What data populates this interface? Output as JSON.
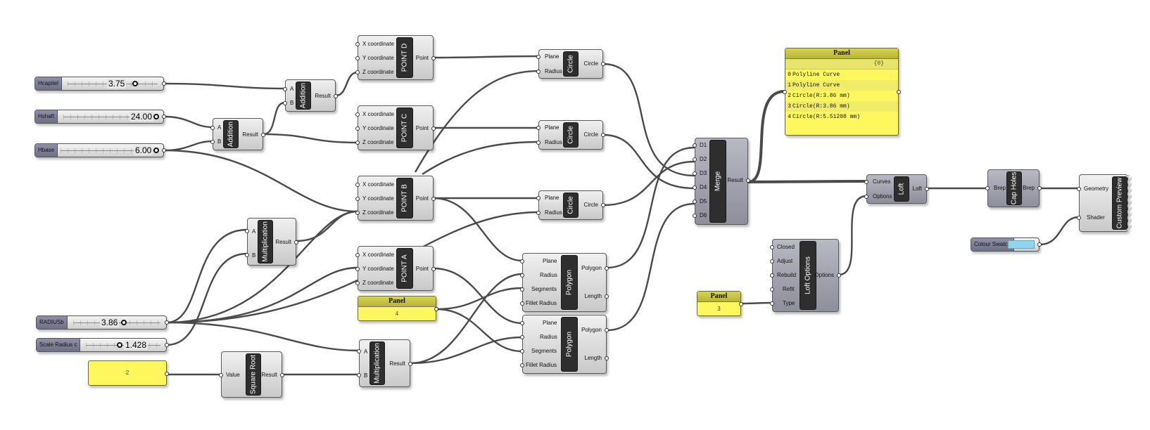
{
  "sliders": {
    "hcapitel": {
      "name": "Hcapitel",
      "value": "3.75"
    },
    "hshaft": {
      "name": "Hshaft",
      "value": "24.00"
    },
    "hbase": {
      "name": "Hbase",
      "value": "6.00"
    },
    "radiusb": {
      "name": "RADIUSb",
      "value": "3.86"
    },
    "scale": {
      "name": "Scale Radius c",
      "value": "1.428"
    }
  },
  "components": {
    "addition1": {
      "core": "Addition",
      "inputs": [
        "A",
        "B"
      ],
      "outputs": [
        "Result"
      ]
    },
    "addition2": {
      "core": "Addition",
      "inputs": [
        "A",
        "B"
      ],
      "outputs": [
        "Result"
      ]
    },
    "mult1": {
      "core": "Multiplication",
      "inputs": [
        "A",
        "B"
      ],
      "outputs": [
        "Result"
      ]
    },
    "mult2": {
      "core": "Multiplication",
      "inputs": [
        "A",
        "B"
      ],
      "outputs": [
        "Result"
      ]
    },
    "sqrt": {
      "core": "Square Root",
      "inputs": [
        "Value"
      ],
      "outputs": [
        "Result"
      ]
    },
    "pointD": {
      "core": "POINT D",
      "inputs": [
        "X coordinate",
        "Y coordinate",
        "Z coordinate"
      ],
      "outputs": [
        "Point"
      ]
    },
    "pointC": {
      "core": "POINT C",
      "inputs": [
        "X coordinate",
        "Y coordinate",
        "Z coordinate"
      ],
      "outputs": [
        "Point"
      ]
    },
    "pointB": {
      "core": "POINT B",
      "inputs": [
        "X coordinate",
        "Y coordinate",
        "Z coordinate"
      ],
      "outputs": [
        "Point"
      ]
    },
    "pointA": {
      "core": "POINT A",
      "inputs": [
        "X coordinate",
        "Y coordinate",
        "Z coordinate"
      ],
      "outputs": [
        "Point"
      ]
    },
    "circle1": {
      "core": "Circle",
      "inputs": [
        "Plane",
        "Radius"
      ],
      "outputs": [
        "Circle"
      ]
    },
    "circle2": {
      "core": "Circle",
      "inputs": [
        "Plane",
        "Radius"
      ],
      "outputs": [
        "Circle"
      ]
    },
    "circle3": {
      "core": "Circle",
      "inputs": [
        "Plane",
        "Radius"
      ],
      "outputs": [
        "Circle"
      ]
    },
    "polygon1": {
      "core": "Polygon",
      "inputs": [
        "Plane",
        "Radius",
        "Segments",
        "Fillet Radius"
      ],
      "outputs": [
        "Polygon",
        "Length"
      ]
    },
    "polygon2": {
      "core": "Polygon",
      "inputs": [
        "Plane",
        "Radius",
        "Segments",
        "Fillet Radius"
      ],
      "outputs": [
        "Polygon",
        "Length"
      ]
    },
    "merge": {
      "core": "Merge",
      "inputs": [
        "D1",
        "D2",
        "D3",
        "D4",
        "D5",
        "D6"
      ],
      "outputs": [
        "Result"
      ]
    },
    "loft": {
      "core": "Loft",
      "inputs": [
        "Curves",
        "Options"
      ],
      "outputs": [
        "Loft"
      ]
    },
    "loftOptions": {
      "core": "Loft Options",
      "inputs": [
        "Closed",
        "Adjust",
        "Rebuild",
        "Refit",
        "Type"
      ],
      "outputs": [
        "Options"
      ]
    },
    "capHoles": {
      "core": "Cap Holes",
      "inputs": [
        "Brep"
      ],
      "outputs": [
        "Brep"
      ]
    },
    "customPreview": {
      "core": "Custom Preview",
      "inputs": [
        "Geometry",
        "Shader"
      ],
      "outputs": []
    }
  },
  "panels": {
    "segmentsPanel": {
      "title": "Panel",
      "value": "4"
    },
    "typePanel": {
      "title": "Panel",
      "value": "3"
    },
    "valuePanel": {
      "value": "2"
    },
    "outputPanel": {
      "title": "Panel",
      "header": "{0}",
      "rows": [
        {
          "index": "0",
          "text": "Polyline Curve"
        },
        {
          "index": "1",
          "text": "Polyline Curve"
        },
        {
          "index": "2",
          "text": "Circle(R:3.86 mm)"
        },
        {
          "index": "3",
          "text": "Circle(R:3.86 mm)"
        },
        {
          "index": "4",
          "text": "Circle(R:5.51208 mm)"
        }
      ]
    }
  },
  "swatch": {
    "name": "Colour Swatch",
    "color": "#8fd4f0"
  }
}
